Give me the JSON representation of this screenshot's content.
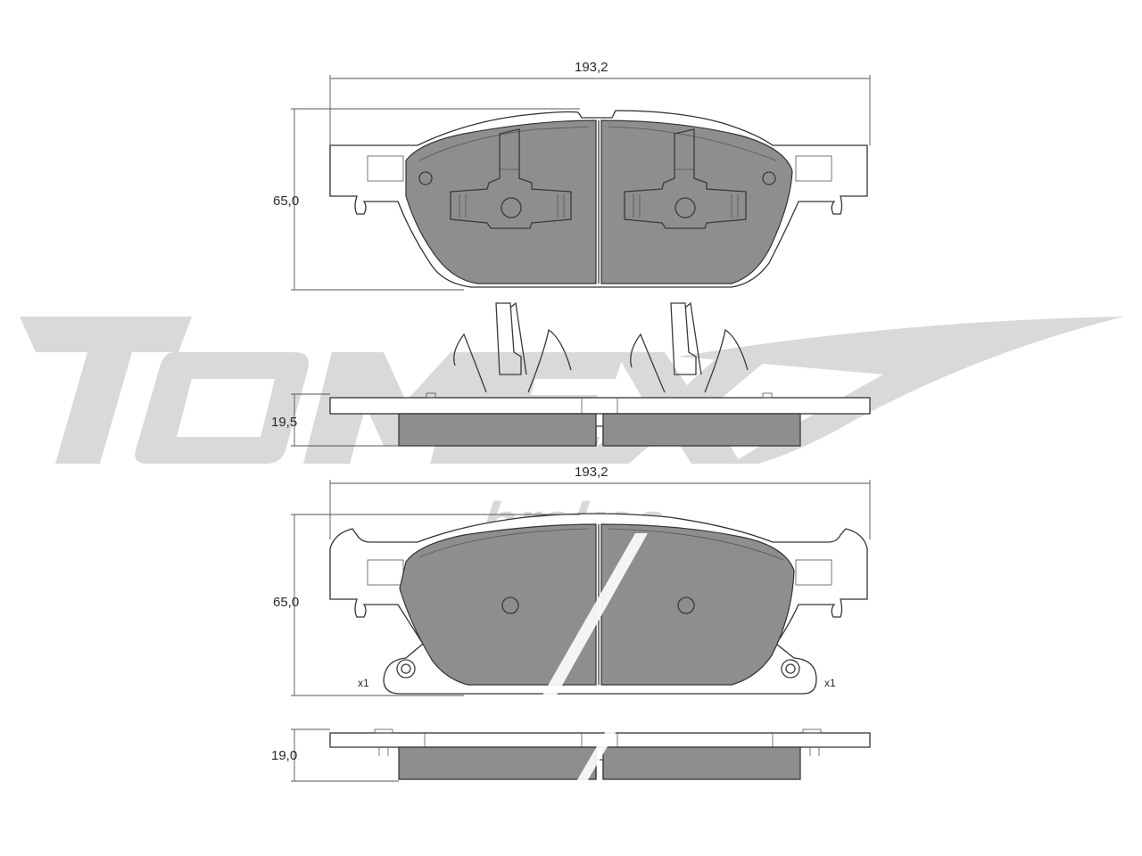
{
  "dimensions": {
    "top_width": "193,2",
    "top_height": "65,0",
    "top_thickness": "19,5",
    "bottom_width": "193,2",
    "bottom_height": "65,0",
    "bottom_thickness": "19,0"
  },
  "labels": {
    "qty_left": "x1",
    "qty_right": "x1"
  },
  "watermark": {
    "brand": "TOMEX",
    "sub": "brakes"
  },
  "colors": {
    "friction": "#8e8e8e",
    "watermark": "#d8d8d8",
    "outline": "#333333"
  }
}
